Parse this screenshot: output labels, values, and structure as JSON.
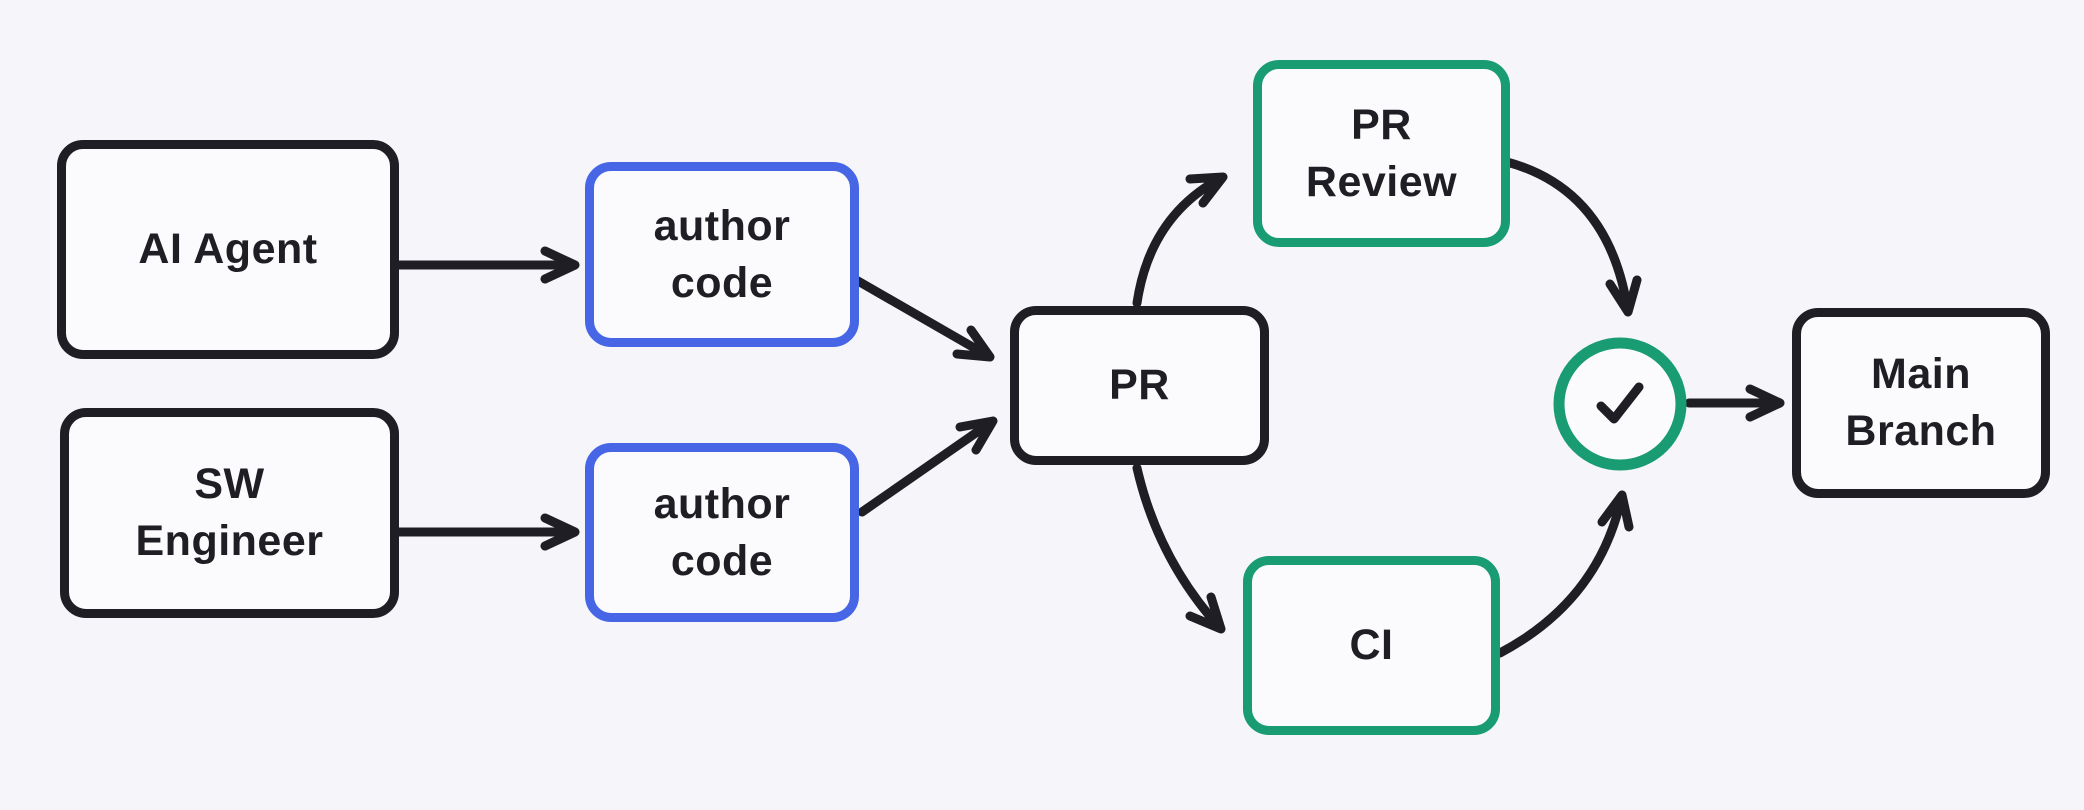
{
  "theme": {
    "bg": "#f6f6fa",
    "ink": "#1e1e24",
    "blue": "#4766e6",
    "green": "#199c72",
    "box_fill": "#fbfbfd"
  },
  "diagram": {
    "style": "hand-drawn-flowchart",
    "nodes": {
      "ai_agent": {
        "label": "AI Agent"
      },
      "author_code_top": {
        "lines": [
          "author",
          "code"
        ]
      },
      "sw_engineer": {
        "lines": [
          "SW",
          "Engineer"
        ]
      },
      "author_code_bottom": {
        "lines": [
          "author",
          "code"
        ]
      },
      "pr": {
        "label": "PR"
      },
      "pr_review": {
        "lines": [
          "PR",
          "Review"
        ]
      },
      "ci": {
        "label": "CI"
      },
      "checks_passed": {
        "icon": "checkmark-icon"
      },
      "main_branch": {
        "lines": [
          "Main",
          "Branch"
        ]
      }
    },
    "edges": [
      {
        "from": "ai_agent",
        "to": "author_code_top"
      },
      {
        "from": "sw_engineer",
        "to": "author_code_bottom"
      },
      {
        "from": "author_code_top",
        "to": "pr"
      },
      {
        "from": "author_code_bottom",
        "to": "pr"
      },
      {
        "from": "pr",
        "to": "pr_review"
      },
      {
        "from": "pr",
        "to": "ci"
      },
      {
        "from": "pr_review",
        "to": "checks_passed"
      },
      {
        "from": "ci",
        "to": "checks_passed"
      },
      {
        "from": "checks_passed",
        "to": "main_branch"
      }
    ]
  }
}
